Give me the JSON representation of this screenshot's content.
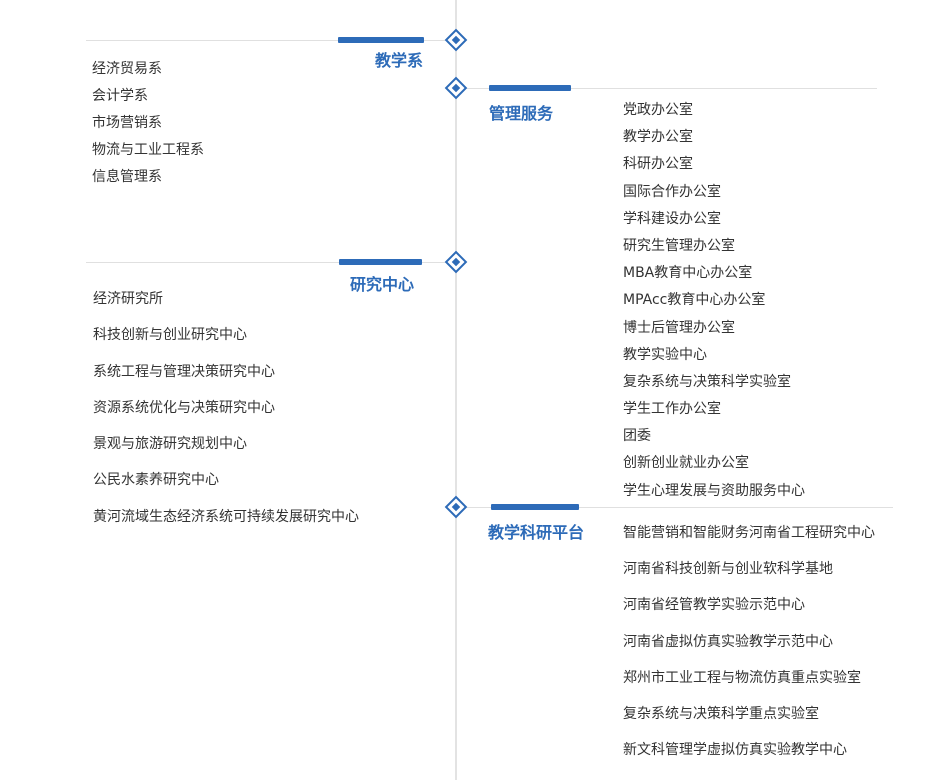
{
  "sections": {
    "teaching": {
      "title": "教学系",
      "items": [
        "经济贸易系",
        "会计学系",
        "市场营销系",
        "物流与工业工程系",
        "信息管理系"
      ]
    },
    "management": {
      "title": "管理服务",
      "items": [
        "党政办公室",
        "教学办公室",
        "科研办公室",
        "国际合作办公室",
        "学科建设办公室",
        "研究生管理办公室",
        "MBA教育中心办公室",
        "MPAcc教育中心办公室",
        "博士后管理办公室",
        "教学实验中心",
        "复杂系统与决策科学实验室",
        "学生工作办公室",
        "团委",
        "创新创业就业办公室",
        "学生心理发展与资助服务中心"
      ]
    },
    "research": {
      "title": "研究中心",
      "items": [
        "经济研究所",
        "科技创新与创业研究中心",
        "系统工程与管理决策研究中心",
        "资源系统优化与决策研究中心",
        "景观与旅游研究规划中心",
        "公民水素养研究中心",
        "黄河流域生态经济系统可持续发展研究中心"
      ]
    },
    "platform": {
      "title": "教学科研平台",
      "items": [
        "智能营销和智能财务河南省工程研究中心",
        "河南省科技创新与创业软科学基地",
        "河南省经管教学实验示范中心",
        "河南省虚拟仿真实验教学示范中心",
        "郑州市工业工程与物流仿真重点实验室",
        "复杂系统与决策科学重点实验室",
        "新文科管理学虚拟仿真实验教学中心"
      ]
    }
  }
}
